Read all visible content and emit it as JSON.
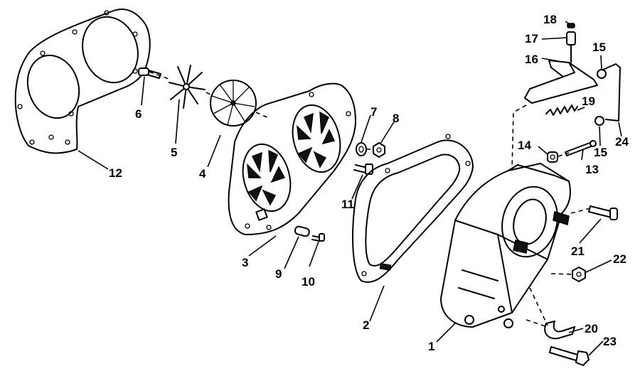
{
  "callouts": [
    {
      "id": "c1",
      "text": "1"
    },
    {
      "id": "c2",
      "text": "2"
    },
    {
      "id": "c3",
      "text": "3"
    },
    {
      "id": "c4",
      "text": "4"
    },
    {
      "id": "c5",
      "text": "5"
    },
    {
      "id": "c6",
      "text": "6"
    },
    {
      "id": "c7",
      "text": "7"
    },
    {
      "id": "c8",
      "text": "8"
    },
    {
      "id": "c9",
      "text": "9"
    },
    {
      "id": "c10",
      "text": "10"
    },
    {
      "id": "c11",
      "text": "11"
    },
    {
      "id": "c12",
      "text": "12"
    },
    {
      "id": "c13",
      "text": "13"
    },
    {
      "id": "c14",
      "text": "14"
    },
    {
      "id": "c15a",
      "text": "15"
    },
    {
      "id": "c15b",
      "text": "15"
    },
    {
      "id": "c16",
      "text": "16"
    },
    {
      "id": "c17",
      "text": "17"
    },
    {
      "id": "c18",
      "text": "18"
    },
    {
      "id": "c19",
      "text": "19"
    },
    {
      "id": "c20",
      "text": "20"
    },
    {
      "id": "c21",
      "text": "21"
    },
    {
      "id": "c22",
      "text": "22"
    },
    {
      "id": "c23",
      "text": "23"
    },
    {
      "id": "c24",
      "text": "24"
    }
  ]
}
